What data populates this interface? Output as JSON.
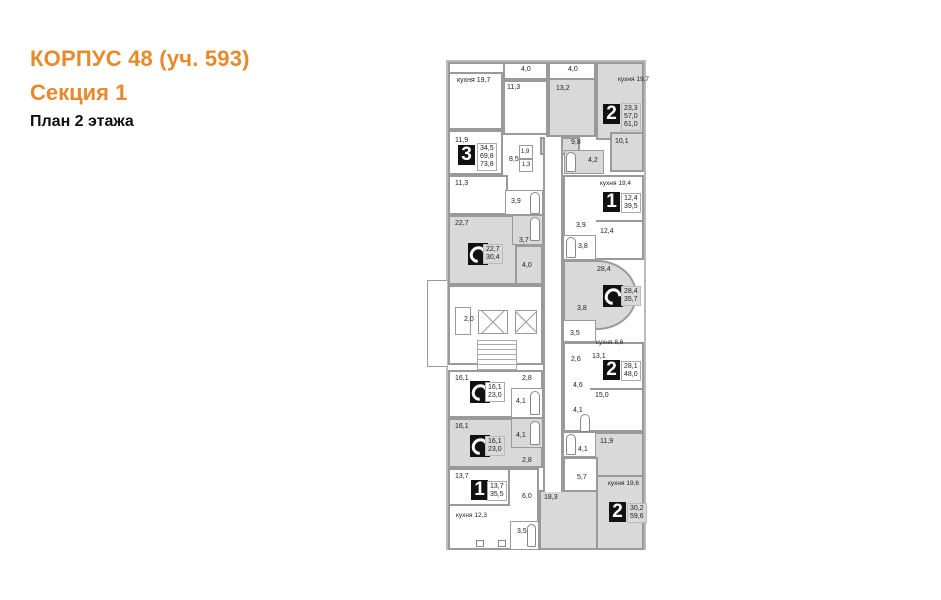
{
  "header": {
    "title": "КОРПУС 48 (уч. 593)",
    "subtitle": "Секция 1",
    "floor_label": "План 2 этажа"
  },
  "colors": {
    "accent": "#e8892b",
    "wall": "#9a9a9a",
    "highlight_room": "#d9d9d9",
    "badge": "#111111"
  },
  "apartments": [
    {
      "id": "a2_top",
      "type": "2",
      "areas": [
        "23,3",
        "57,0",
        "61,0"
      ],
      "rooms": {
        "kitchen": "кухня 19,7",
        "r1": "13,2",
        "r2": "4,0",
        "r3": "9,8",
        "r4": "10,1",
        "r5": "4,2"
      }
    },
    {
      "id": "a3",
      "type": "3",
      "areas": [
        "34,5",
        "69,8",
        "73,8"
      ],
      "rooms": {
        "kitchen": "кухня 19,7",
        "r1": "4,0",
        "r2": "11,3",
        "r3": "11,9",
        "r4": "8,5",
        "r5": "1,9",
        "r6": "1,3",
        "r7": "11,3",
        "r8": "3,9"
      }
    },
    {
      "id": "a1_right",
      "type": "1",
      "areas": [
        "12,4",
        "39,5"
      ],
      "rooms": {
        "kitchen": "кухня 19,4",
        "r1": "3,9",
        "r2": "12,4",
        "r3": "3,8"
      }
    },
    {
      "id": "s_left_top",
      "type": "C",
      "areas": [
        "22,7",
        "30,4"
      ],
      "rooms": {
        "r1": "22,7",
        "r2": "3,7",
        "r3": "4,0"
      }
    },
    {
      "id": "s_right",
      "type": "C",
      "areas": [
        "28,4",
        "35,7"
      ],
      "rooms": {
        "r1": "28,4",
        "r2": "3,8",
        "r3": "3,5"
      }
    },
    {
      "id": "a2_mid",
      "type": "2",
      "areas": [
        "28,1",
        "48,0"
      ],
      "rooms": {
        "kitchen": "кухня 8,6",
        "r1": "2,6",
        "r2": "13,1",
        "r3": "4,6",
        "r4": "15,0",
        "r5": "4,1"
      }
    },
    {
      "id": "s_left_mid1",
      "type": "C",
      "areas": [
        "16,1",
        "23,0"
      ],
      "rooms": {
        "r1": "16,1",
        "r2": "2,8",
        "r3": "4,1"
      }
    },
    {
      "id": "s_left_mid2",
      "type": "C",
      "areas": [
        "16,1",
        "23,0"
      ],
      "rooms": {
        "r1": "16,1",
        "r2": "4,1",
        "r3": "2,8"
      }
    },
    {
      "id": "a1_left",
      "type": "1",
      "areas": [
        "13,7",
        "35,5"
      ],
      "rooms": {
        "kitchen": "кухня 12,3",
        "r1": "13,7",
        "r2": "6,0",
        "r3": "3,5"
      }
    },
    {
      "id": "a2_bottom",
      "type": "2",
      "areas": [
        "30,2",
        "59,6"
      ],
      "rooms": {
        "kitchen": "кухня 19,6",
        "r1": "11,9",
        "r2": "4,1",
        "r3": "5,7",
        "r4": "18,3"
      }
    }
  ],
  "common": {
    "storage": "2,0"
  }
}
